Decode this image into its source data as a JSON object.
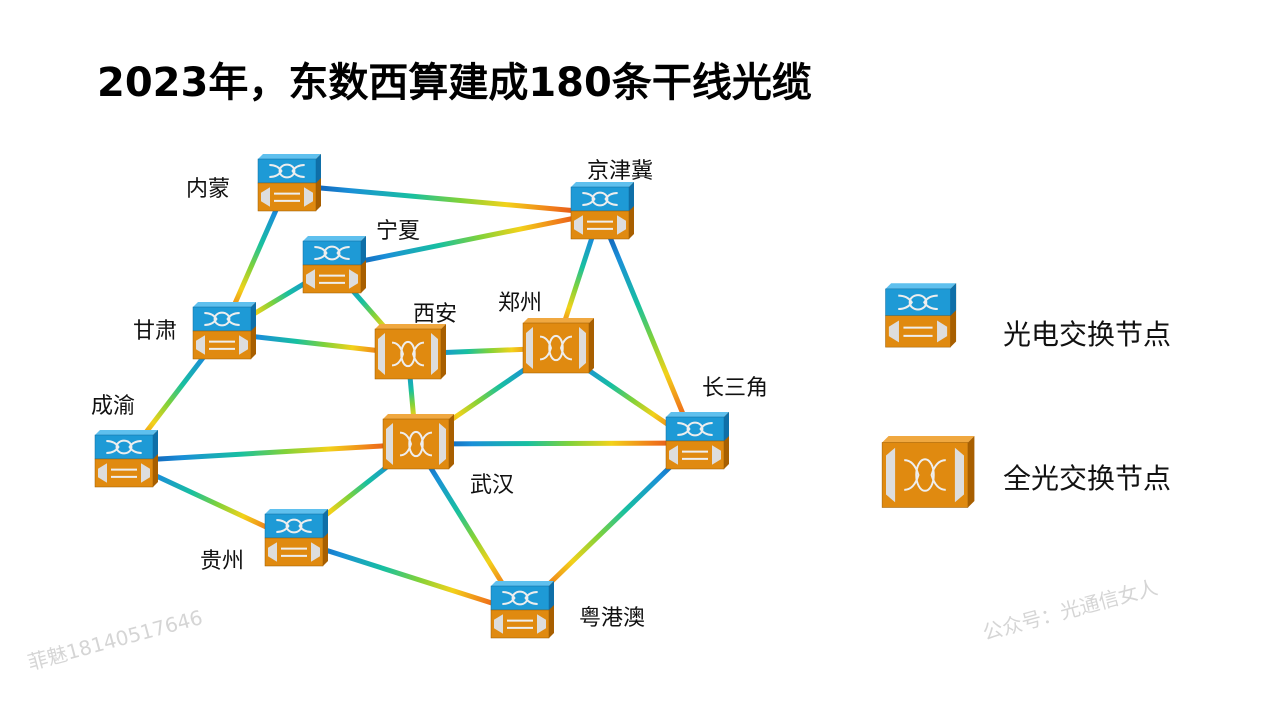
{
  "title": "2023年，东数西算建成180条干线光缆",
  "nodes": [
    {
      "id": "neimeng",
      "label": "内蒙",
      "type": "oe"
    },
    {
      "id": "jingjinji",
      "label": "京津冀",
      "type": "oe"
    },
    {
      "id": "ningxia",
      "label": "宁夏",
      "type": "oe"
    },
    {
      "id": "gansu",
      "label": "甘肃",
      "type": "oe"
    },
    {
      "id": "xian",
      "label": "西安",
      "type": "ao"
    },
    {
      "id": "zhengzhou",
      "label": "郑州",
      "type": "ao"
    },
    {
      "id": "changsanjiao",
      "label": "长三角",
      "type": "oe"
    },
    {
      "id": "chengyu",
      "label": "成渝",
      "type": "oe"
    },
    {
      "id": "wuhan",
      "label": "武汉",
      "type": "ao"
    },
    {
      "id": "guizhou",
      "label": "贵州",
      "type": "oe"
    },
    {
      "id": "yuegangao",
      "label": "粤港澳",
      "type": "oe"
    }
  ],
  "links": [
    [
      "neimeng",
      "jingjinji"
    ],
    [
      "neimeng",
      "gansu"
    ],
    [
      "ningxia",
      "jingjinji"
    ],
    [
      "ningxia",
      "gansu"
    ],
    [
      "ningxia",
      "xian"
    ],
    [
      "gansu",
      "xian"
    ],
    [
      "gansu",
      "chengyu"
    ],
    [
      "jingjinji",
      "zhengzhou"
    ],
    [
      "jingjinji",
      "changsanjiao"
    ],
    [
      "xian",
      "zhengzhou"
    ],
    [
      "xian",
      "wuhan"
    ],
    [
      "zhengzhou",
      "wuhan"
    ],
    [
      "zhengzhou",
      "changsanjiao"
    ],
    [
      "wuhan",
      "changsanjiao"
    ],
    [
      "chengyu",
      "wuhan"
    ],
    [
      "chengyu",
      "guizhou"
    ],
    [
      "wuhan",
      "guizhou"
    ],
    [
      "wuhan",
      "yuegangao"
    ],
    [
      "guizhou",
      "yuegangao"
    ],
    [
      "changsanjiao",
      "yuegangao"
    ]
  ],
  "legend": {
    "oe_label": "光电交换节点",
    "ao_label": "全光交换节点"
  },
  "watermarks": [
    "公众号：光通信女人",
    "菲魅18140517646"
  ],
  "colors": {
    "blue": "#1e9ad6",
    "orange": "#e08a10",
    "orange_side": "#a85f00",
    "blue_side": "#0f6fa8"
  }
}
